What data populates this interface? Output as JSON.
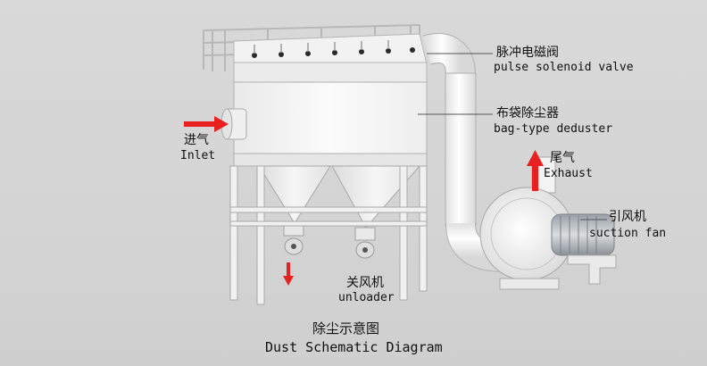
{
  "labels": {
    "solenoid": {
      "zh": "脉冲电磁阀",
      "en": "pulse solenoid valve"
    },
    "deduster": {
      "zh": "布袋除尘器",
      "en": "bag-type deduster"
    },
    "inlet": {
      "zh": "进气",
      "en": "Inlet"
    },
    "exhaust": {
      "zh": "尾气",
      "en": "Exhaust"
    },
    "fan": {
      "zh": "引风机",
      "en": "suction fan"
    },
    "unloader": {
      "zh": "关风机",
      "en": "unloader"
    }
  },
  "title": {
    "zh": "除尘示意图",
    "en": "Dust Schematic Diagram"
  },
  "colors": {
    "arrow": "#e8201f",
    "equipment": "#f4f4f4",
    "outline": "#a8a8a8",
    "background": "#d6d6d6"
  }
}
